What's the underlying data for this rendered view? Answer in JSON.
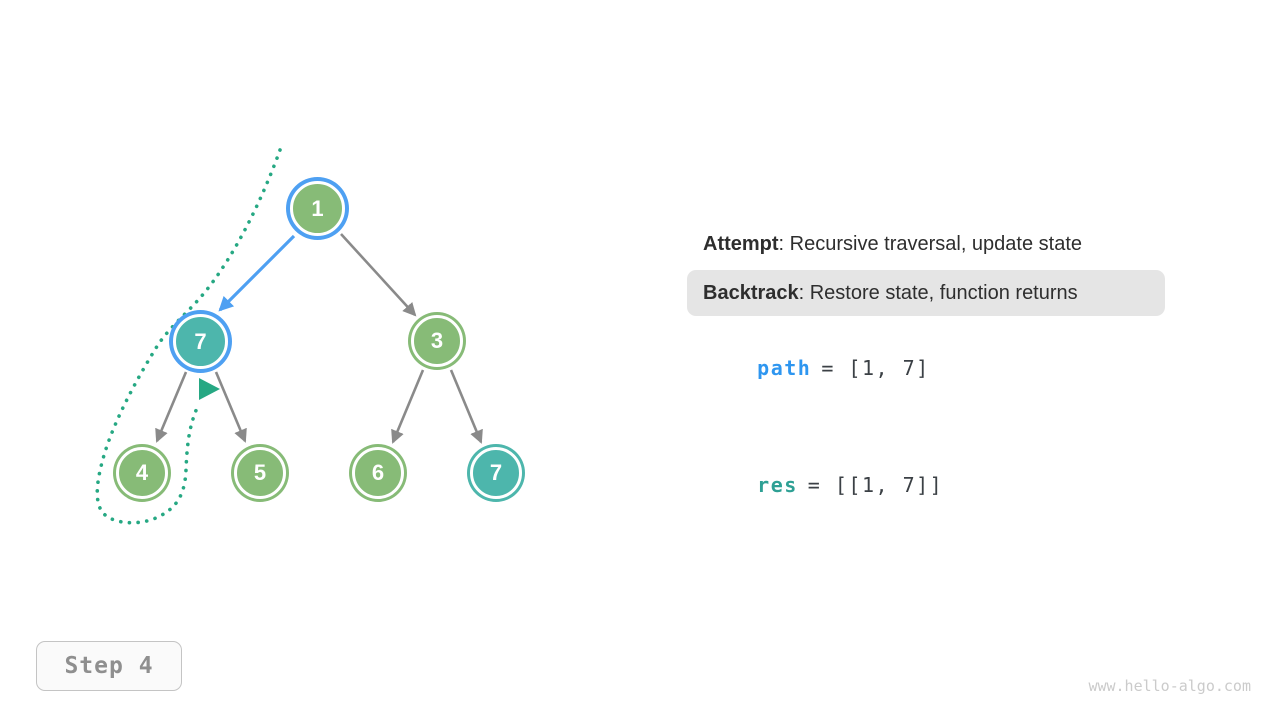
{
  "legend": {
    "attempt": {
      "label": "Attempt",
      "text": ": Recursive traversal, update state"
    },
    "backtrack": {
      "label": "Backtrack",
      "text": ": Restore state, function returns"
    }
  },
  "state": {
    "path": {
      "name": "path",
      "value": "= [1, 7]"
    },
    "res": {
      "name": "res",
      "value": "= [[1, 7]]"
    }
  },
  "tree": {
    "nodes": [
      {
        "value": "1",
        "fill": "green",
        "ring": "blue",
        "role": "root, currently on path"
      },
      {
        "value": "7",
        "fill": "teal",
        "ring": "blue",
        "role": "left child, current node"
      },
      {
        "value": "3",
        "fill": "green",
        "ring": "green",
        "role": "right child"
      },
      {
        "value": "4",
        "fill": "green",
        "ring": "green",
        "role": "leaf, backtracked"
      },
      {
        "value": "5",
        "fill": "green",
        "ring": "green",
        "role": "leaf"
      },
      {
        "value": "6",
        "fill": "green",
        "ring": "green",
        "role": "leaf"
      },
      {
        "value": "7",
        "fill": "teal",
        "ring": "teal",
        "role": "leaf, matches target"
      }
    ],
    "edges": [
      {
        "from": "1",
        "to": "7",
        "style": "active-blue"
      },
      {
        "from": "1",
        "to": "3",
        "style": "gray"
      },
      {
        "from": "7",
        "to": "4",
        "style": "gray"
      },
      {
        "from": "7",
        "to": "5",
        "style": "gray"
      },
      {
        "from": "3",
        "to": "6",
        "style": "gray"
      },
      {
        "from": "3",
        "to": "7",
        "style": "gray"
      }
    ],
    "traversal_hint": "dotted curve shows attempt/backtrack route around nodes 7 and 4, arrow returns to node 7"
  },
  "footer": {
    "step_label": "Step 4",
    "watermark": "www.hello-algo.com"
  },
  "colors": {
    "node_green": "#87BB77",
    "node_teal": "#4DB6AC",
    "highlight_blue": "#4EA0F2",
    "edge_gray": "#8A8A8A",
    "dotted_teal": "#26A883",
    "path_var_blue": "#2E96F0",
    "res_var_teal": "#2EA094",
    "code_text": "#3B4045",
    "text_dark": "#2E2E2E",
    "backtrack_bg": "#E5E5E5"
  }
}
